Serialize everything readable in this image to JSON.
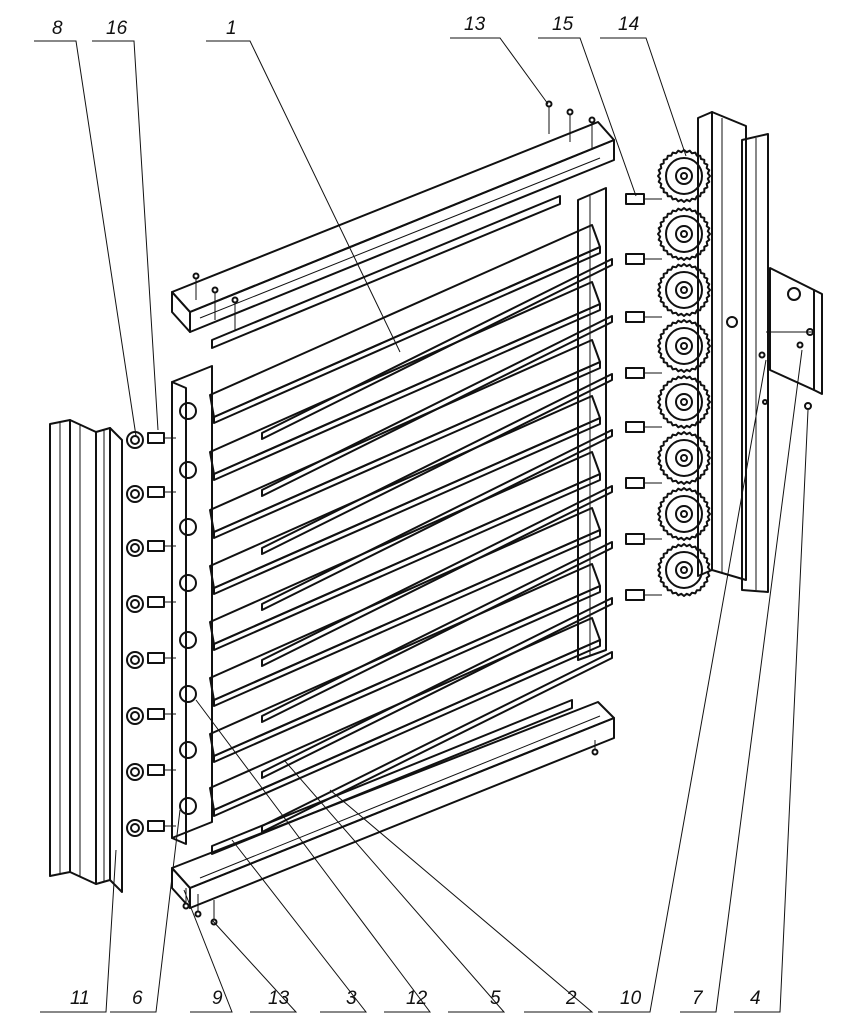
{
  "diagram": {
    "callouts_top": [
      {
        "id": "c8",
        "label": "8"
      },
      {
        "id": "c16",
        "label": "16"
      },
      {
        "id": "c1",
        "label": "1"
      },
      {
        "id": "c13top",
        "label": "13"
      },
      {
        "id": "c15",
        "label": "15"
      },
      {
        "id": "c14",
        "label": "14"
      }
    ],
    "callouts_bottom": [
      {
        "id": "c11",
        "label": "11"
      },
      {
        "id": "c6",
        "label": "6"
      },
      {
        "id": "c9",
        "label": "9"
      },
      {
        "id": "c13bot",
        "label": "13"
      },
      {
        "id": "c3",
        "label": "3"
      },
      {
        "id": "c12",
        "label": "12"
      },
      {
        "id": "c5",
        "label": "5"
      },
      {
        "id": "c2",
        "label": "2"
      },
      {
        "id": "c10",
        "label": "10"
      },
      {
        "id": "c7",
        "label": "7"
      },
      {
        "id": "c4",
        "label": "4"
      }
    ]
  }
}
